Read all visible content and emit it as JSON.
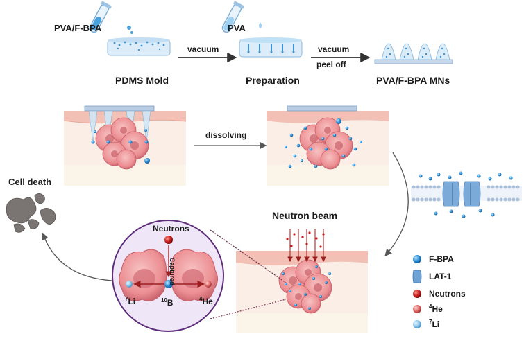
{
  "process": {
    "pva_fbpa": "PVA/F-BPA",
    "pva": "PVA",
    "vacuum1": "vacuum",
    "vacuum2": "vacuum",
    "peel_off": "peel off",
    "pdms_mold": "PDMS Mold",
    "preparation": "Preparation",
    "mns": "PVA/F-BPA MNs"
  },
  "skin": {
    "dissolving": "dissolving",
    "neutron_beam": "Neutron beam",
    "cell_death": "Cell death"
  },
  "capture": {
    "neutrons": "Neutrons",
    "captured": "Captured",
    "li_sup": "7",
    "li": "Li",
    "b_sup": "10",
    "b": "B",
    "he_sup": "4",
    "he": "He"
  },
  "legend": {
    "items": [
      {
        "sup": "",
        "label": "F-BPA",
        "icon": "blue-sphere"
      },
      {
        "sup": "",
        "label": "LAT-1",
        "icon": "transporter"
      },
      {
        "sup": "",
        "label": "Neutrons",
        "icon": "red-sphere"
      },
      {
        "sup": "4",
        "label": "He",
        "icon": "pink-sphere"
      },
      {
        "sup": "7",
        "label": "Li",
        "icon": "light-blue-sphere"
      }
    ]
  },
  "colors": {
    "fbpa": "#2b8fd6",
    "neutron": "#c8201f",
    "tumor": "#e88a8e",
    "skin": "#f6d7cf",
    "membrane": "#c8d8ec"
  }
}
